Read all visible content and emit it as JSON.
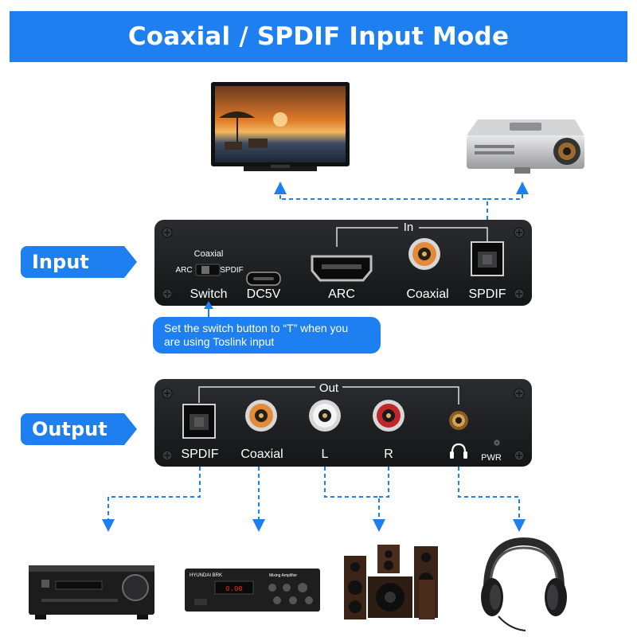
{
  "banner": {
    "title": "Coaxial / SPDIF Input Mode"
  },
  "side_labels": {
    "input": "Input",
    "output": "Output"
  },
  "callout": {
    "line1": "Set the switch button to “T” when you",
    "line2": "are using Toslink input"
  },
  "input_panel": {
    "switch_top": "Coaxial",
    "switch_left": "ARC",
    "switch_right": "SPDIF",
    "switch_label": "Switch",
    "dc_label": "DC5V",
    "arc_label": "ARC",
    "coaxial_label": "Coaxial",
    "spdif_label": "SPDIF",
    "group_label": "In"
  },
  "output_panel": {
    "group_label": "Out",
    "spdif_label": "SPDIF",
    "coaxial_label": "Coaxial",
    "left_label": "L",
    "right_label": "R",
    "pwr_label": "PWR"
  },
  "amplifier": {
    "brand": "HYUNDAI BRK",
    "display": "0.00",
    "name": "Mixing Amplifier"
  },
  "colors": {
    "accent": "#1d7ff0",
    "panel": "#1e1f21",
    "rca_gold": "#c98a34",
    "rca_red": "#c0272d"
  },
  "icons": [
    "tv-icon",
    "projector-icon",
    "receiver-icon",
    "amplifier-icon",
    "speakers-icon",
    "headphones-icon",
    "headphone-symbol-icon",
    "optical-port-icon",
    "hdmi-port-icon",
    "usb-port-icon"
  ]
}
